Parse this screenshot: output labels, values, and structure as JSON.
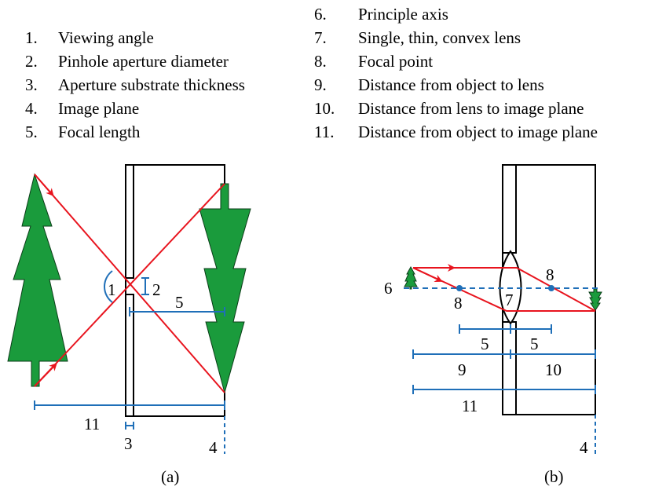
{
  "legend_left": [
    {
      "num": "1.",
      "label": "Viewing angle"
    },
    {
      "num": "2.",
      "label": "Pinhole aperture diameter"
    },
    {
      "num": "3.",
      "label": "Aperture substrate thickness"
    },
    {
      "num": "4.",
      "label": "Image plane"
    },
    {
      "num": "5.",
      "label": "Focal length"
    }
  ],
  "legend_right": [
    {
      "num": "6.",
      "label": "Principle axis"
    },
    {
      "num": "7.",
      "label": "Single, thin, convex lens"
    },
    {
      "num": "8.",
      "label": "Focal point"
    },
    {
      "num": "9.",
      "label": "Distance from object to lens"
    },
    {
      "num": "10.",
      "label": "Distance from lens to image plane"
    },
    {
      "num": "11.",
      "label": "Distance from object to image plane"
    }
  ],
  "diagram_a": {
    "caption": "(a)",
    "labels": {
      "viewing_angle": "1",
      "aperture_diameter": "2",
      "substrate_thickness": "3",
      "image_plane": "4",
      "focal_length": "5",
      "object_to_image": "11"
    }
  },
  "diagram_b": {
    "caption": "(b)",
    "labels": {
      "principal_axis": "6",
      "lens": "7",
      "focal_point_left": "8",
      "focal_point_right": "8",
      "focal_length_left": "5",
      "focal_length_right": "5",
      "object_to_lens": "9",
      "lens_to_image": "10",
      "object_to_image": "11",
      "image_plane": "4"
    }
  },
  "colors": {
    "tree": "#1a9b3c",
    "ray": "#e8141e",
    "dimension": "#1f6fb8",
    "outline": "#000000"
  }
}
